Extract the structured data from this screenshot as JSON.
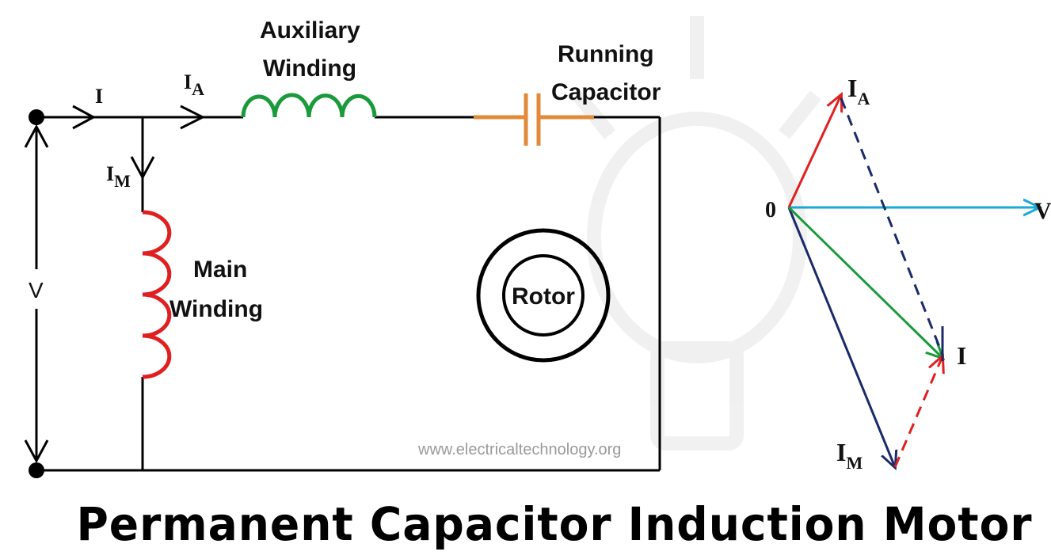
{
  "diagram": {
    "labels": {
      "aux_winding_line1": "Auxiliary",
      "aux_winding_line2": "Winding",
      "cap_line1": "Running",
      "cap_line2": "Capacitor",
      "main_winding_line1": "Main",
      "main_winding_line2": "Winding",
      "rotor": "Rotor",
      "supply_voltage": "V",
      "current_total": "I",
      "current_aux_main": "I",
      "current_aux_sub": "A",
      "current_main_main": "I",
      "current_main_sub": "M"
    },
    "phasor": {
      "origin": "0",
      "voltage": "V",
      "i_a_main": "I",
      "i_a_sub": "A",
      "i_main": "I",
      "i_m_main": "I",
      "i_m_sub": "M"
    },
    "watermark": "www.electricaltechnology.org",
    "title": "Permanent Capacitor Induction Motor",
    "colors": {
      "aux_winding": "#1a9a3a",
      "capacitor": "#e08a3a",
      "main_winding": "#e02020",
      "voltage_phasor": "#1aa8d8",
      "current_phasor": "#1a9a3a",
      "i_a_phasor": "#e02020",
      "i_m_phasor": "#1a2a6a",
      "wire": "#000000"
    }
  }
}
